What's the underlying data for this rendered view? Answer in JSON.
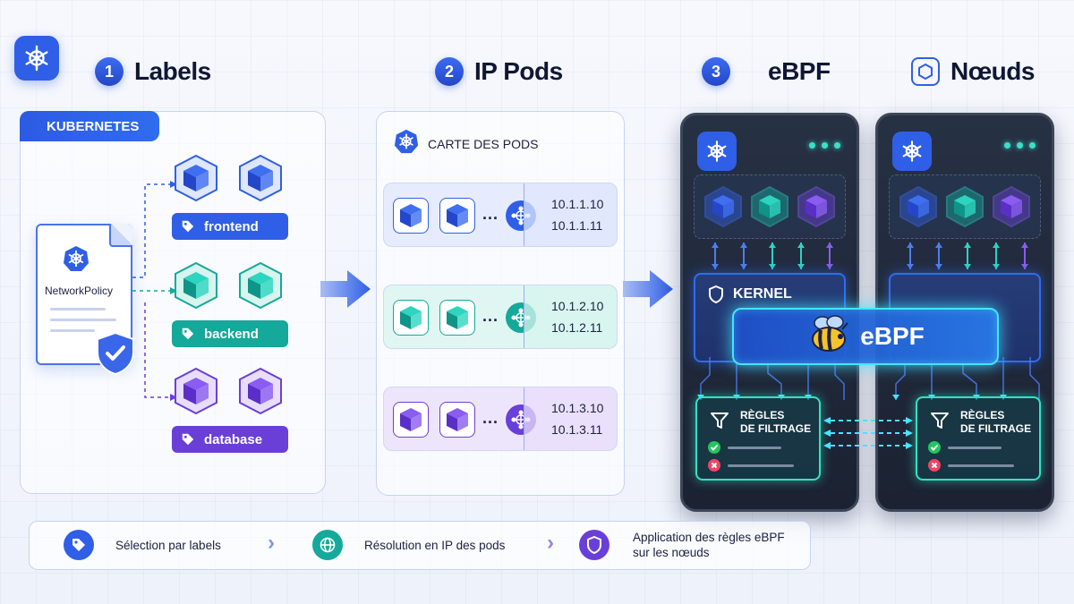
{
  "steps": [
    {
      "number": "1",
      "title": "Labels"
    },
    {
      "number": "2",
      "title": "IP Pods"
    },
    {
      "number": "3",
      "title": "eBPF"
    }
  ],
  "nodes_heading": "Nœuds",
  "kubernetes_tab": "KUBERNETES",
  "policy_doc": "NetworkPolicy",
  "labels": [
    {
      "name": "frontend",
      "color": "#2f5fe6"
    },
    {
      "name": "backend",
      "color": "#14a99a"
    },
    {
      "name": "database",
      "color": "#6a3fd8"
    }
  ],
  "pod_map": {
    "title": "CARTE DES PODS",
    "ellipsis": "...",
    "rows": [
      {
        "group": "frontend",
        "ips": [
          "10.1.1.10",
          "10.1.1.11"
        ]
      },
      {
        "group": "backend",
        "ips": [
          "10.1.2.10",
          "10.1.2.11"
        ]
      },
      {
        "group": "database",
        "ips": [
          "10.1.3.10",
          "10.1.3.11"
        ]
      }
    ]
  },
  "node_device": {
    "kernel_label": "KERNEL",
    "rules_title_line1": "RÈGLES",
    "rules_title_line2": "DE FILTRAGE"
  },
  "ebpf_banner": "eBPF",
  "legend": [
    {
      "text": "Sélection par labels",
      "icon": "tag-icon",
      "color": "#2f5fe6"
    },
    {
      "text": "Résolution en IP des pods",
      "icon": "globe-icon",
      "color": "#14a99a"
    },
    {
      "text_line1": "Application des règles eBPF",
      "text_line2": "sur les nœuds",
      "icon": "shield-icon",
      "color": "#6a3fd8"
    }
  ],
  "colors": {
    "blue": "#2f5fe6",
    "teal": "#14a99a",
    "purple": "#6a3fd8",
    "neon_cyan": "#45e4ff",
    "dark_panel": "#1b2232"
  }
}
